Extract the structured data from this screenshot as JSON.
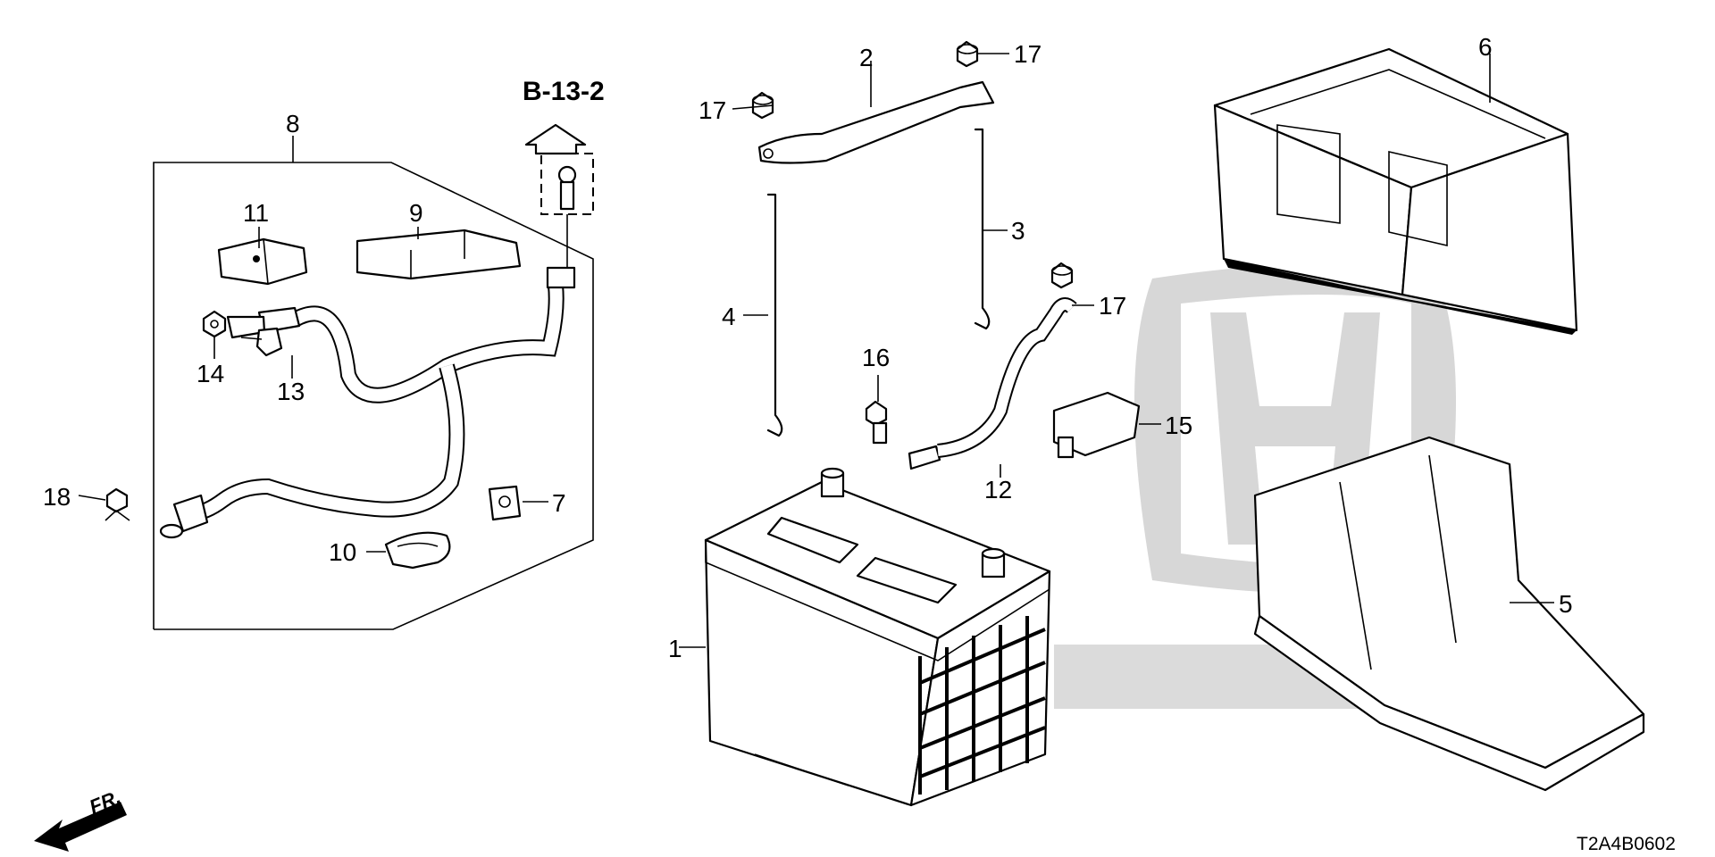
{
  "diagram": {
    "reference": "B-13-2",
    "drawing_code": "T2A4B0602",
    "front_indicator": "FR.",
    "watermark_text": "HONDA",
    "callouts": [
      {
        "id": "1",
        "text": "1"
      },
      {
        "id": "2",
        "text": "2"
      },
      {
        "id": "3",
        "text": "3"
      },
      {
        "id": "4",
        "text": "4"
      },
      {
        "id": "5",
        "text": "5"
      },
      {
        "id": "6",
        "text": "6"
      },
      {
        "id": "7",
        "text": "7"
      },
      {
        "id": "8",
        "text": "8"
      },
      {
        "id": "9",
        "text": "9"
      },
      {
        "id": "10",
        "text": "10"
      },
      {
        "id": "11",
        "text": "11"
      },
      {
        "id": "12",
        "text": "12"
      },
      {
        "id": "13",
        "text": "13"
      },
      {
        "id": "14",
        "text": "14"
      },
      {
        "id": "15",
        "text": "15"
      },
      {
        "id": "16",
        "text": "16"
      },
      {
        "id": "17a",
        "text": "17"
      },
      {
        "id": "17b",
        "text": "17"
      },
      {
        "id": "17c",
        "text": "17"
      },
      {
        "id": "18",
        "text": "18"
      }
    ]
  }
}
